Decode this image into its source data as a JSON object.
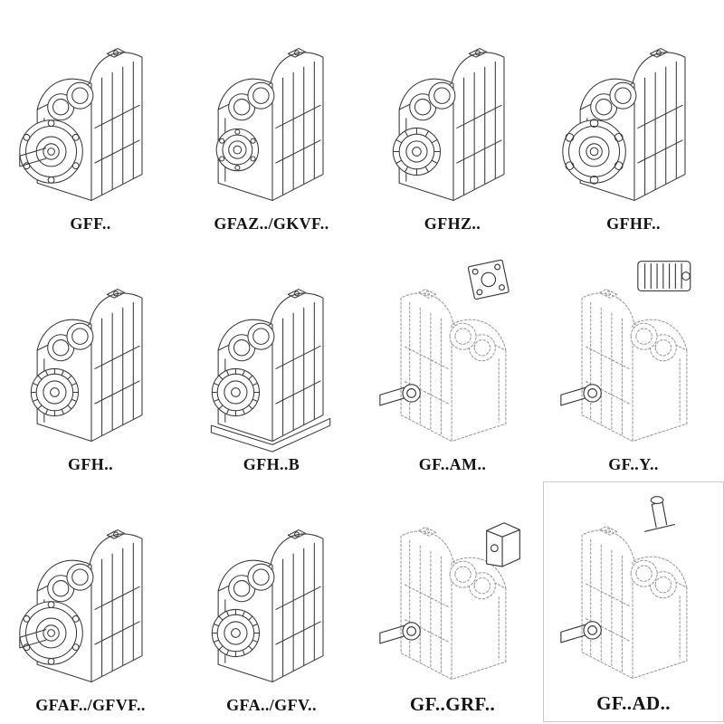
{
  "page": {
    "background": "#ffffff"
  },
  "colors": {
    "line": "#3b3b3b",
    "dashed_line": "#9a9a9a",
    "paper": "#ffffff"
  },
  "catalog": {
    "items": [
      {
        "label": "GFF..",
        "drawing": {
          "style": "solid",
          "mount": "flange-shaft",
          "top": "none",
          "mirror": false,
          "base": false
        }
      },
      {
        "label": "GFAZ../GKVF..",
        "drawing": {
          "style": "solid",
          "mount": "hollow",
          "top": "none",
          "mirror": false,
          "base": false
        }
      },
      {
        "label": "GFHZ..",
        "drawing": {
          "style": "solid",
          "mount": "hollow-large",
          "top": "none",
          "mirror": false,
          "base": false
        }
      },
      {
        "label": "GFHF..",
        "drawing": {
          "style": "solid",
          "mount": "flange-holes",
          "top": "none",
          "mirror": false,
          "base": false
        }
      },
      {
        "label": "GFH..",
        "drawing": {
          "style": "solid",
          "mount": "bearing",
          "top": "none",
          "mirror": false,
          "base": false
        }
      },
      {
        "label": "GFH..B",
        "drawing": {
          "style": "solid",
          "mount": "bearing",
          "top": "none",
          "mirror": false,
          "base": true
        }
      },
      {
        "label": "GF..AM..",
        "drawing": {
          "style": "dashed",
          "mount": "stub-shaft",
          "top": "adapter-plate",
          "mirror": true,
          "base": false
        }
      },
      {
        "label": "GF..Y..",
        "drawing": {
          "style": "dashed",
          "mount": "stub-shaft",
          "top": "motor",
          "mirror": true,
          "base": false
        }
      },
      {
        "label": "GFAF../GFVF..",
        "drawing": {
          "style": "solid",
          "mount": "flange-shaft",
          "top": "none",
          "mirror": false,
          "base": false
        }
      },
      {
        "label": "GFA../GFV..",
        "drawing": {
          "style": "solid",
          "mount": "bearing",
          "top": "none",
          "mirror": false,
          "base": false
        }
      },
      {
        "label": "GF..GRF..",
        "drawing": {
          "style": "dashed",
          "mount": "stub-shaft",
          "top": "side-block",
          "mirror": true,
          "base": false
        }
      },
      {
        "label": "GF..AD..",
        "drawing": {
          "style": "dashed",
          "mount": "stub-shaft",
          "top": "top-shaft",
          "mirror": true,
          "base": false
        }
      }
    ]
  }
}
